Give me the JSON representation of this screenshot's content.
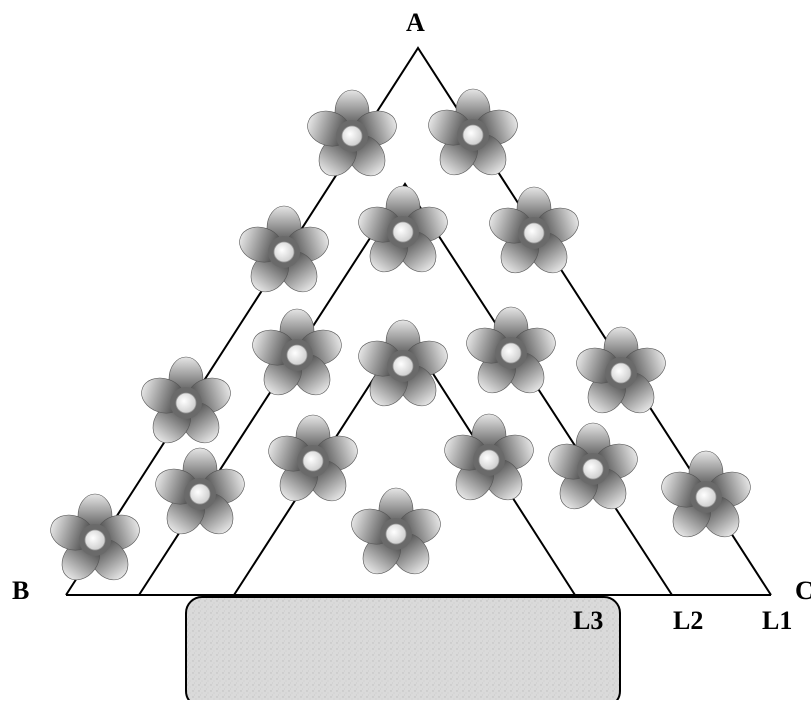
{
  "vertices": {
    "a": "A",
    "b": "B",
    "c": "C"
  },
  "lines": [
    "L1",
    "L2",
    "L3"
  ],
  "flower_icon": "five-petal-flower-icon",
  "colors": {
    "stroke": "#000000",
    "petal_light": "#e6e6e6",
    "petal_dark": "#3a3a3a",
    "flower_center": "#dcdcdc",
    "base_fill": "#d9d9d9"
  }
}
